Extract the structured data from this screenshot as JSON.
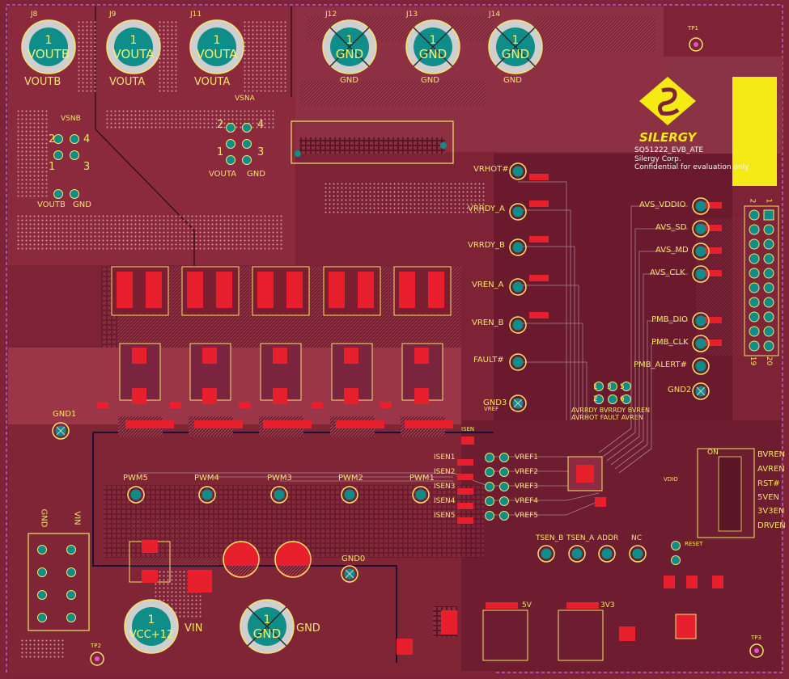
{
  "colors": {
    "board": "#7d2335",
    "copper": "#a33447",
    "copper_dark": "#5e1628",
    "silk": "#f3e36a",
    "pad_red": "#e8202e",
    "via": "#cfcfcf",
    "teal": "#0f8d88",
    "logo_yellow": "#f6ea15"
  },
  "terminals_top": [
    {
      "num": "1",
      "net": "VOUTB",
      "ref": "J8",
      "label": "VOUTB",
      "crossed": false
    },
    {
      "num": "1",
      "net": "VOUTA",
      "ref": "J9",
      "label": "VOUTA",
      "crossed": false
    },
    {
      "num": "1",
      "net": "VOUTA",
      "ref": "J11",
      "label": "VOUTA",
      "crossed": false
    },
    {
      "num": "1",
      "net": "GND",
      "ref": "J12",
      "label": "GND",
      "crossed": true
    },
    {
      "num": "1",
      "net": "GND",
      "ref": "J13",
      "label": "GND",
      "crossed": true
    },
    {
      "num": "1",
      "net": "GND",
      "ref": "J14",
      "label": "GND",
      "crossed": true
    }
  ],
  "terminals_bottom": [
    {
      "num": "1",
      "net": "VCC+12",
      "label": "VIN",
      "crossed": false
    },
    {
      "num": "1",
      "net": "GND",
      "label": "GND",
      "crossed": true
    }
  ],
  "sense_headers": {
    "b": {
      "ref": "VSNB",
      "pins": [
        "2",
        "4",
        "1",
        "3"
      ],
      "labels": [
        "VOUTB",
        "GND"
      ]
    },
    "a": {
      "ref": "VSNA",
      "pins": [
        "2",
        "4",
        "1",
        "3"
      ],
      "labels": [
        "VOUTA",
        "GND"
      ]
    }
  },
  "logo": {
    "brand": "SILERGY",
    "part": "SQ51222_EVB_ATE",
    "company": "Silergy Corp.",
    "confidential": "Confidential for evaluation only"
  },
  "testpoints_left": [
    "VRHOT#",
    "VRRDY_A",
    "VRRDY_B",
    "VREN_A",
    "VREN_B",
    "FAULT#",
    "GND3"
  ],
  "testpoints_right": [
    "AVS_VDDIO",
    "AVS_SD",
    "AVS_MD",
    "AVS_CLK",
    "PMB_DIO",
    "PMB_CLK",
    "PMB_ALERT#",
    "GND2"
  ],
  "header_pins": {
    "top_left": "2",
    "top_right": "1",
    "bottom_left": "19",
    "bottom_right": "20"
  },
  "jumper_block": {
    "pins_top": [
      "1",
      "3",
      "5"
    ],
    "label_lines": [
      "AVRRDY BVRRDY BVREN",
      "AVRHOT FAULT AVREN"
    ],
    "pin_left": "2",
    "pin_right": "6"
  },
  "pwm_testpoints": [
    "PWM5",
    "PWM4",
    "PWM3",
    "PWM2",
    "PWM1"
  ],
  "isen_labels": [
    "ISEN1",
    "ISEN2",
    "ISEN3",
    "ISEN4",
    "ISEN5"
  ],
  "vref_labels": [
    "VREF1",
    "VREF2",
    "VREF3",
    "VREF4",
    "VREF5"
  ],
  "bottom_testpoints": [
    "TSEN_B",
    "TSEN_A",
    "ADDR",
    "NC"
  ],
  "right_jumper_labels": [
    "BVREN",
    "AVREN",
    "RST#",
    "5VEN",
    "3V3EN",
    "DRVEN"
  ],
  "right_jumper_on": "ON",
  "misc_labels": {
    "gnd1": "GND1",
    "gnd0": "GND0",
    "gnd_left": "GND",
    "vin_left": "VIN",
    "vin_bottom": "VIN",
    "gnd_bottom": "GND",
    "five_v": "5V",
    "three_v3": "3V3",
    "reset": "RESET",
    "vdio": "VDIO",
    "isen_b": "ISEN",
    "vref": "VREF",
    "tp1": "TP1",
    "tp2": "TP2",
    "tp3": "TP3"
  }
}
